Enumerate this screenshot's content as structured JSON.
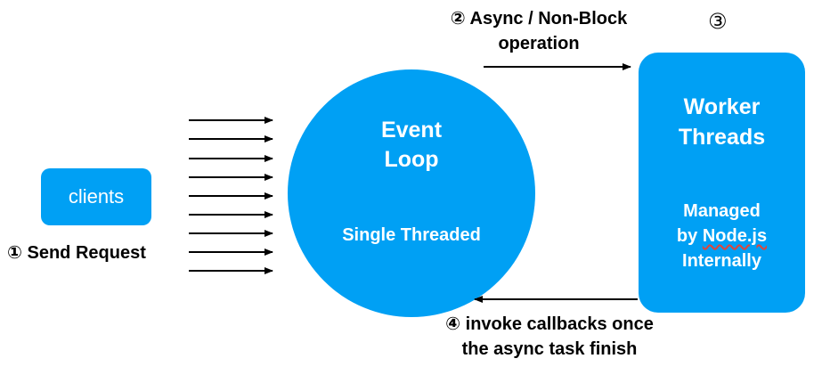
{
  "clients": {
    "label": "clients"
  },
  "event_loop": {
    "title_line1": "Event",
    "title_line2": "Loop",
    "subtitle": "Single Threaded"
  },
  "worker": {
    "title_line1": "Worker",
    "title_line2": "Threads",
    "sub_line1": "Managed",
    "sub_line2_prefix": "by ",
    "sub_line2_link": "Node.js",
    "sub_line3": "Internally"
  },
  "steps": {
    "send_request": "① Send Request",
    "async_line1": "② Async / Non-Block",
    "async_line2": "operation",
    "worker_marker": "③",
    "callback_line1": "④ invoke callbacks once",
    "callback_line2": "the async task finish"
  },
  "colors": {
    "box_fill": "#00a0f4",
    "text_on_box": "#ffffff",
    "arrow": "#000000",
    "underline": "#e0453a"
  }
}
